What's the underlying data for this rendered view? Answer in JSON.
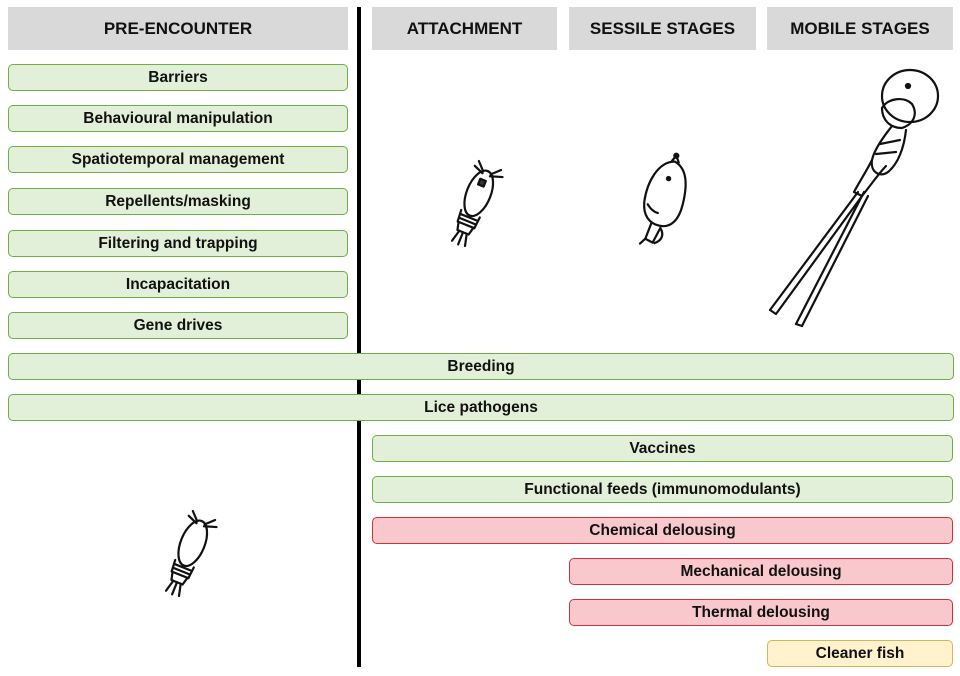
{
  "headers": {
    "pre_encounter": "PRE-ENCOUNTER",
    "attachment": "ATTACHMENT",
    "sessile": "SESSILE STAGES",
    "mobile": "MOBILE STAGES"
  },
  "measures": [
    {
      "label": "Barriers",
      "category": "green"
    },
    {
      "label": "Behavioural manipulation",
      "category": "green"
    },
    {
      "label": "Spatiotemporal management",
      "category": "green"
    },
    {
      "label": "Repellents/masking",
      "category": "green"
    },
    {
      "label": "Filtering and trapping",
      "category": "green"
    },
    {
      "label": "Incapacitation",
      "category": "green"
    },
    {
      "label": "Gene drives",
      "category": "green"
    },
    {
      "label": "Breeding",
      "category": "green"
    },
    {
      "label": "Lice pathogens",
      "category": "green"
    },
    {
      "label": "Vaccines",
      "category": "green"
    },
    {
      "label": "Functional feeds (immunomodulants)",
      "category": "green"
    },
    {
      "label": "Chemical delousing",
      "category": "red"
    },
    {
      "label": "Mechanical delousing",
      "category": "red"
    },
    {
      "label": "Thermal delousing",
      "category": "red"
    },
    {
      "label": "Cleaner fish",
      "category": "yellow"
    }
  ],
  "colors": {
    "green_fill": "#e2f0d9",
    "green_border": "#70ad47",
    "red_fill": "#f9c8cd",
    "red_border": "#d0303a",
    "yellow_fill": "#fff2cc",
    "yellow_border": "#d6b656",
    "header_fill": "#d9d9d9"
  },
  "illustrations": [
    "copepodid-icon",
    "sessile-louse-icon",
    "mobile-louse-icon"
  ]
}
